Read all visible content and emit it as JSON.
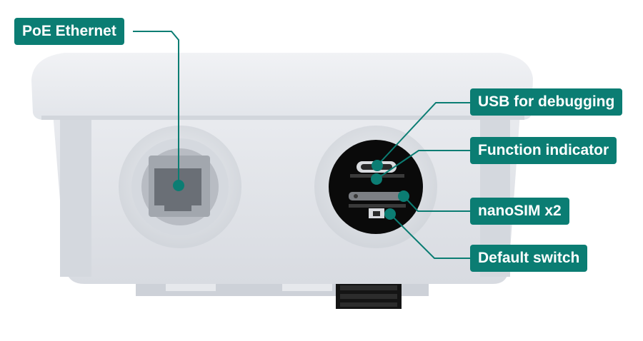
{
  "colors": {
    "accent": "#0b7d73",
    "label_text": "#ffffff",
    "enclosure": "#e4e7ec",
    "enclosure_lid": "#eceef2",
    "gland": "#dde0e5",
    "port_panel": "#0a0a0a",
    "function_led": "#c0141b"
  },
  "labels": {
    "poe_ethernet": "PoE Ethernet",
    "usb_debugging": "USB for debugging",
    "function_indicator": "Function indicator",
    "nanosim": "nanoSIM x2",
    "default_switch": "Default switch"
  }
}
